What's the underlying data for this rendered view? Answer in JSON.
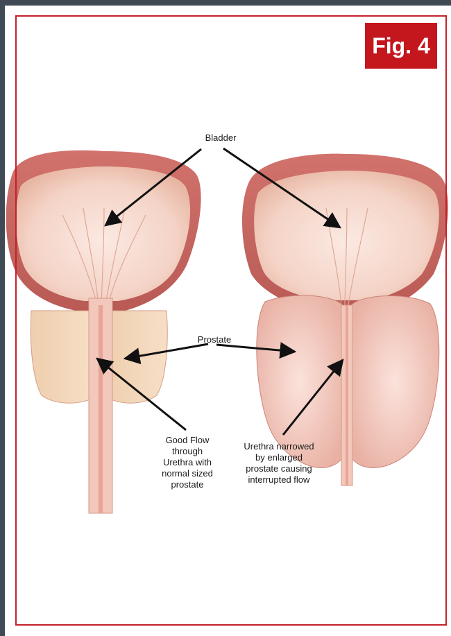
{
  "figure": {
    "badge": "Fig. 4",
    "accent_color": "#c4161d"
  },
  "labels": {
    "bladder": "Bladder",
    "prostate": "Prostate",
    "good_flow": [
      "Good Flow",
      "through",
      "Urethra with",
      "normal sized",
      "prostate"
    ],
    "narrowed": [
      "Urethra narrowed",
      "by enlarged",
      "prostate causing",
      "interrupted flow"
    ]
  }
}
